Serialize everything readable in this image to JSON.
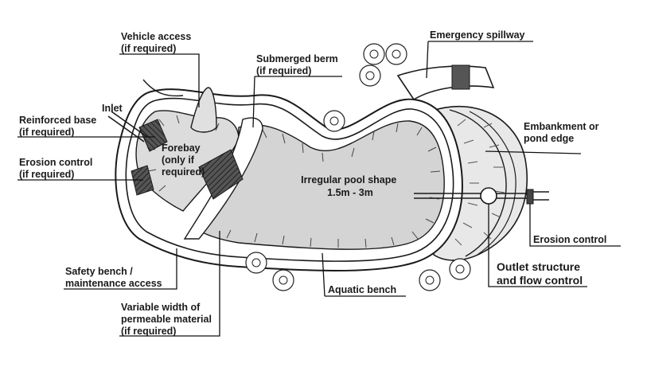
{
  "diagram": {
    "colors": {
      "pool_fill": "#d6d6d6",
      "bank_fill": "#e6e6e6",
      "outline": "#1a1a1a",
      "hatch": "#3a3a3a",
      "background": "#ffffff"
    },
    "labels": {
      "vehicle_access": [
        "Vehicle access",
        "(if required)"
      ],
      "submerged_berm": [
        "Submerged berm",
        "(if required)"
      ],
      "emergency_spillway": [
        "Emergency spillway"
      ],
      "inlet": [
        "Inlet"
      ],
      "reinforced_base": [
        "Reinforced base",
        "(if required)"
      ],
      "forebay": [
        "Forebay",
        "(only if",
        "required)"
      ],
      "erosion_control_left": [
        "Erosion control",
        "(if required)"
      ],
      "pool_shape": [
        "Irregular pool shape",
        "1.5m - 3m"
      ],
      "embankment": [
        "Embankment or",
        "pond edge"
      ],
      "erosion_control_right": [
        "Erosion control"
      ],
      "outlet_structure": [
        "Outlet structure",
        "and flow control"
      ],
      "safety_bench": [
        "Safety bench /",
        "maintenance access"
      ],
      "aquatic_bench": [
        "Aquatic bench"
      ],
      "variable_width": [
        "Variable width of",
        "permeable material",
        "(if required)"
      ]
    },
    "icons": [
      "shrub-icon",
      "outlet-riser-icon",
      "spillway-block-icon",
      "pipe-endwall-icon"
    ]
  }
}
